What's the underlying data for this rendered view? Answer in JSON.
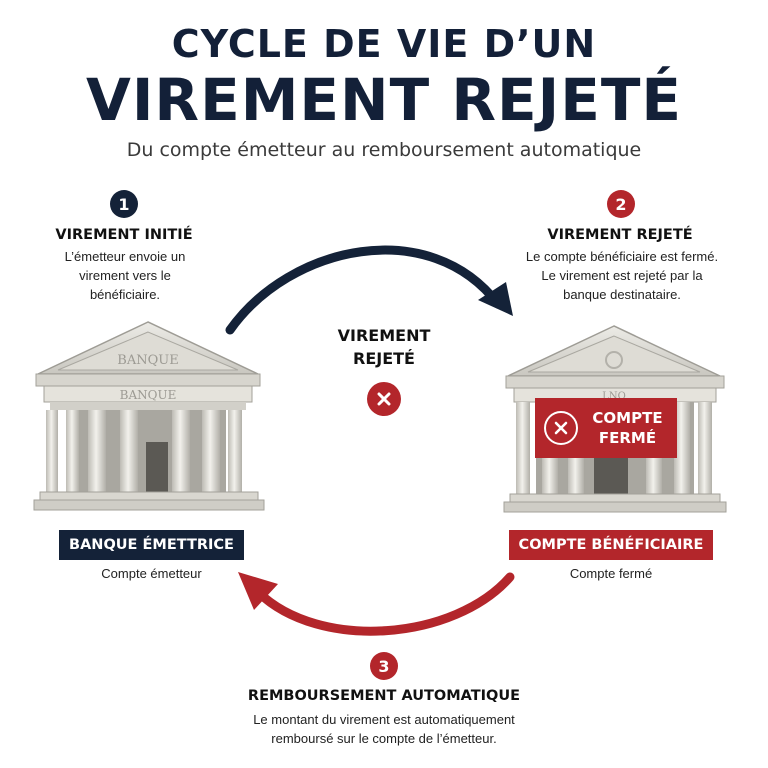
{
  "title": {
    "line1": "CYCLE DE VIE D’UN",
    "line2": "VIREMENT REJETÉ",
    "subtitle": "Du compte émetteur au remboursement automatique"
  },
  "steps": [
    {
      "number": "1",
      "title": "VIREMENT INITIÉ",
      "text": "L’émetteur envoie un virement vers le bénéficiaire.",
      "color": "#142238"
    },
    {
      "number": "2",
      "title": "VIREMENT REJETÉ",
      "text": "Le compte bénéficiaire est fermé. Le virement est rejeté par la banque destinataire.",
      "color": "#b3262b"
    },
    {
      "number": "3",
      "title": "REMBOURSEMENT AUTOMATIQUE",
      "text": "Le montant du virement est automatiquement remboursé sur le compte de l’émetteur.",
      "color": "#b3262b"
    }
  ],
  "center": {
    "line1": "VIREMENT",
    "line2": "REJETÉ",
    "icon": "x-circle-icon"
  },
  "left_bank": {
    "pediment_text": "BANQUE",
    "frieze_text": "BANQUE",
    "label": "BANQUE ÉMETTRICE",
    "caption": "Compte émetteur",
    "label_color": "#142238"
  },
  "right_bank": {
    "banner_line1": "COMPTE",
    "banner_line2": "FERMÉ",
    "frieze_text": "LNO",
    "label": "COMPTE BÉNÉFICIAIRE",
    "caption": "Compte fermé",
    "label_color": "#b3262b"
  },
  "arrows": {
    "top_color": "#142238",
    "bottom_color": "#b3262b"
  }
}
